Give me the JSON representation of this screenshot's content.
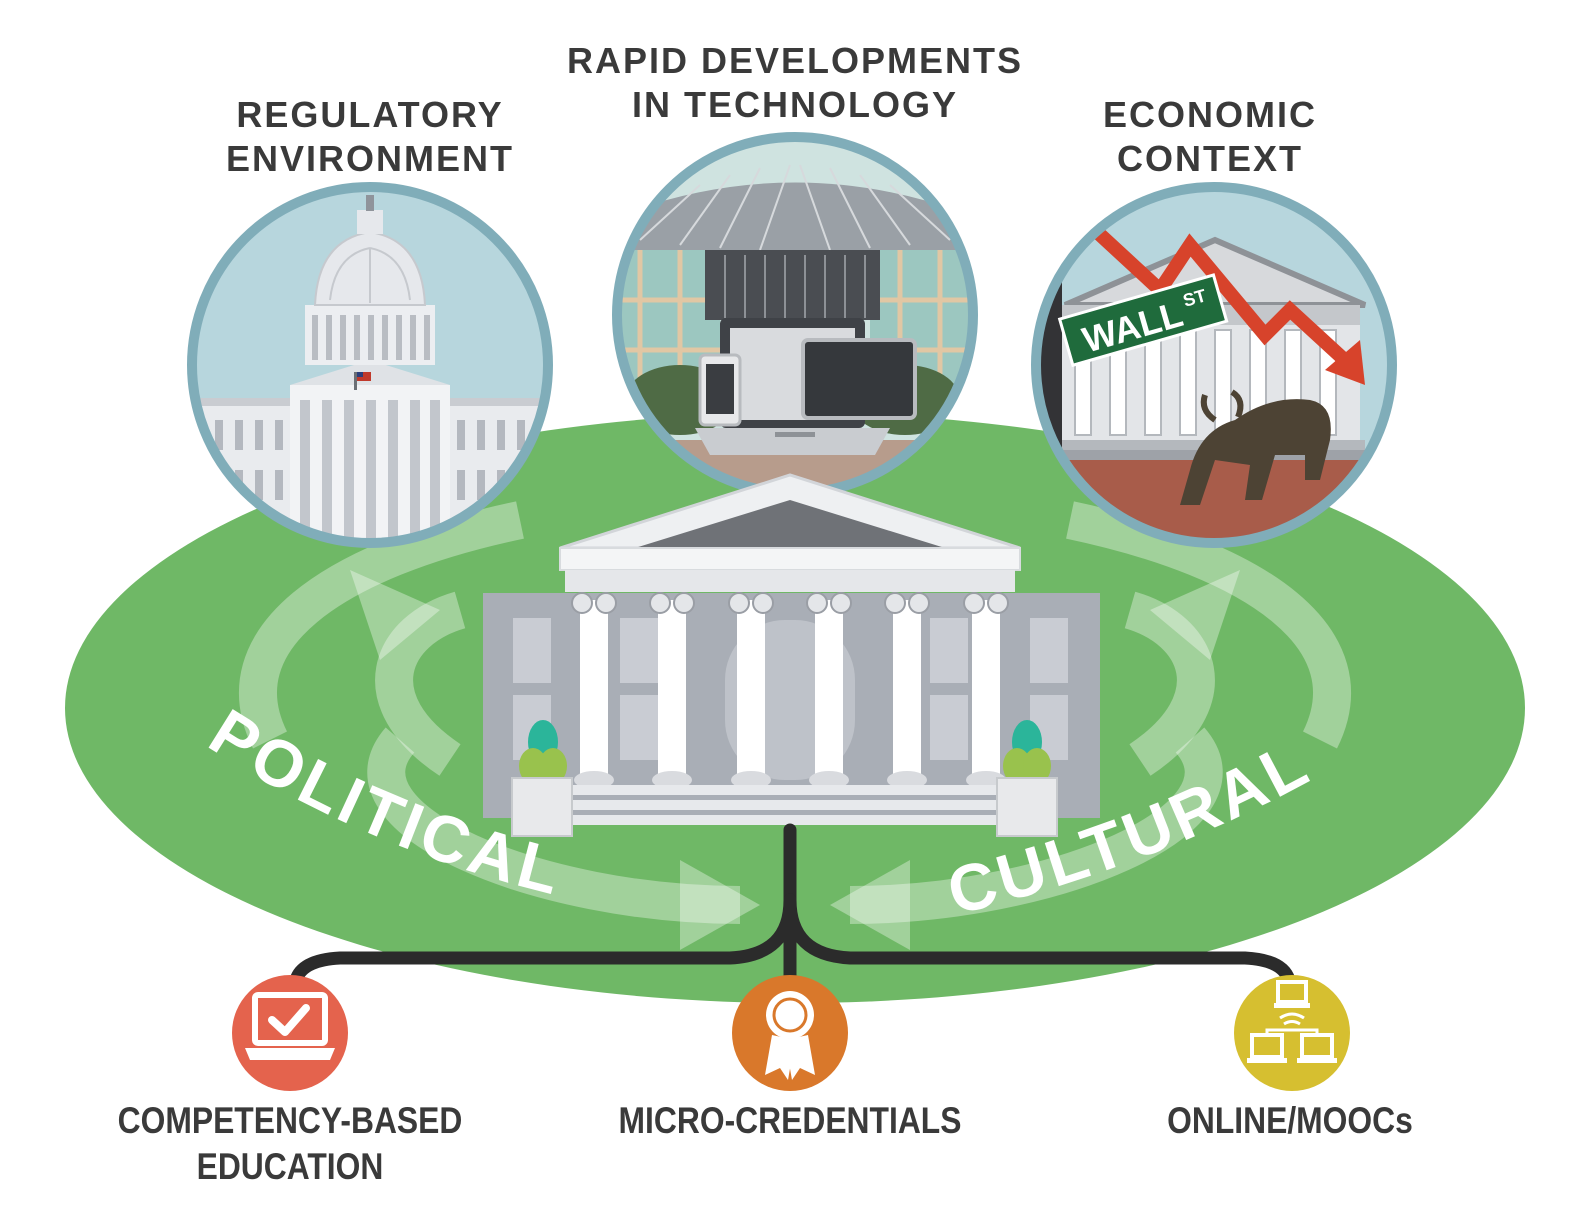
{
  "influences": [
    {
      "title_lines": [
        "REGULATORY",
        "ENVIRONMENT"
      ],
      "icon": "capitol-building-icon"
    },
    {
      "title_lines": [
        "RAPID DEVELOPMENTS",
        "IN TECHNOLOGY"
      ],
      "icon": "devices-icon"
    },
    {
      "title_lines": [
        "ECONOMIC",
        "CONTEXT"
      ],
      "icon": "wall-street-bull-icon"
    }
  ],
  "sign_text": {
    "main": "WALL",
    "sup": "ST"
  },
  "ring_labels": {
    "left": "POLITICAL",
    "right": "CULTURAL"
  },
  "outcomes": [
    {
      "label_lines": [
        "COMPETENCY-BASED",
        "EDUCATION"
      ],
      "icon": "laptop-checkmark-icon",
      "color": "#e4634d"
    },
    {
      "label_lines": [
        "MICRO-CREDENTIALS"
      ],
      "icon": "award-ribbon-icon",
      "color": "#d9782b"
    },
    {
      "label_lines": [
        "ONLINE/MOOCs"
      ],
      "icon": "networked-computers-icon",
      "color": "#d6bf30"
    }
  ],
  "colors": {
    "ellipse": "#6fb866",
    "circle_border": "#80adb9",
    "sky": "#b7d6dd",
    "trend_arrow": "#d7432b",
    "connector": "#2b2b2b"
  }
}
